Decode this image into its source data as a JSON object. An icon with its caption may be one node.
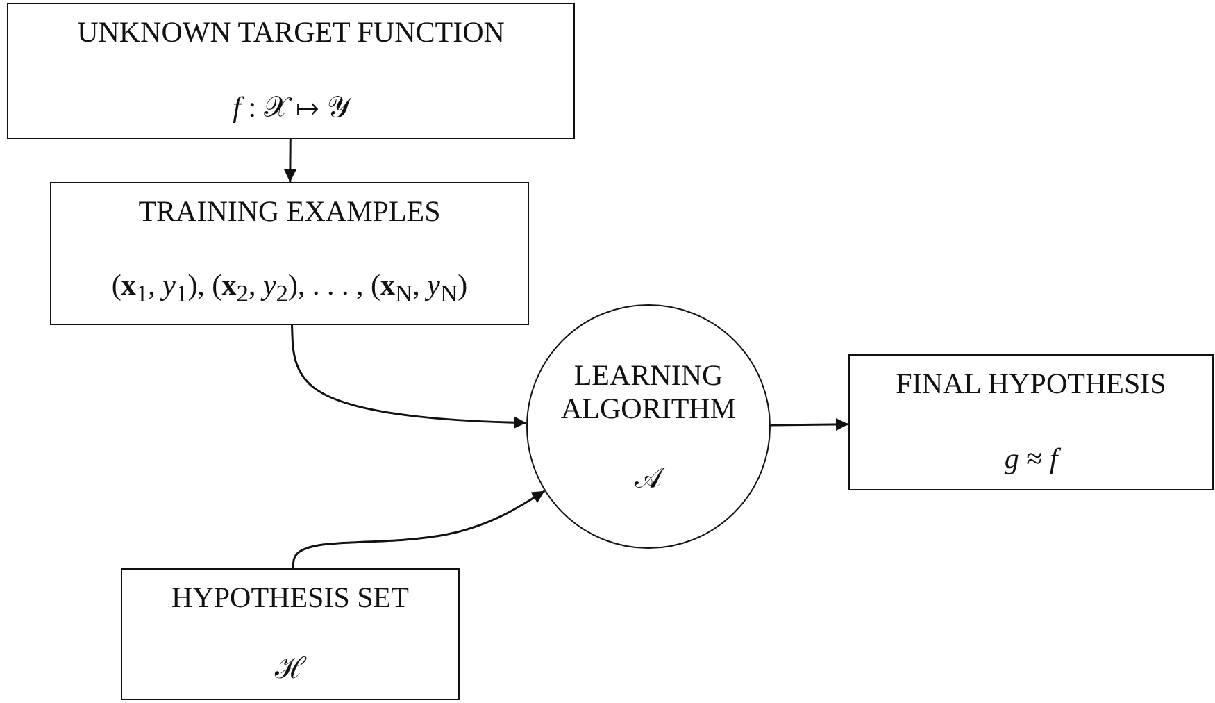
{
  "diagram": {
    "nodes": [
      {
        "text": [
          "UNKNOWN TARGET FUNCTION",
          "*f* : 𝒳 ↦ 𝒴"
        ]
      },
      {
        "text": [
          "TRAINING EXAMPLES",
          "(**x**$_{1}$, *y*$_{1}$), (**x**$_{2}$, *y*$_{2}$), . . . , (**x**$_{N}$, *y*$_{N}$)"
        ]
      },
      {
        "text": [
          "LEARNING ALGORITHM",
          "𝒜"
        ]
      },
      {
        "text": [
          "FINAL HYPOTHESIS",
          "*g* ≈ *f*"
        ]
      },
      {
        "text": [
          "HYPOTHESIS SET",
          "ℋ"
        ]
      }
    ],
    "edges": [
      {
        "from": 0,
        "to": 1,
        "arrow": "to"
      },
      {
        "from": 1,
        "to": 2,
        "arrow": "to"
      },
      {
        "from": 4,
        "to": 2,
        "arrow": "to"
      },
      {
        "from": 2,
        "to": 3,
        "arrow": "to"
      }
    ]
  }
}
